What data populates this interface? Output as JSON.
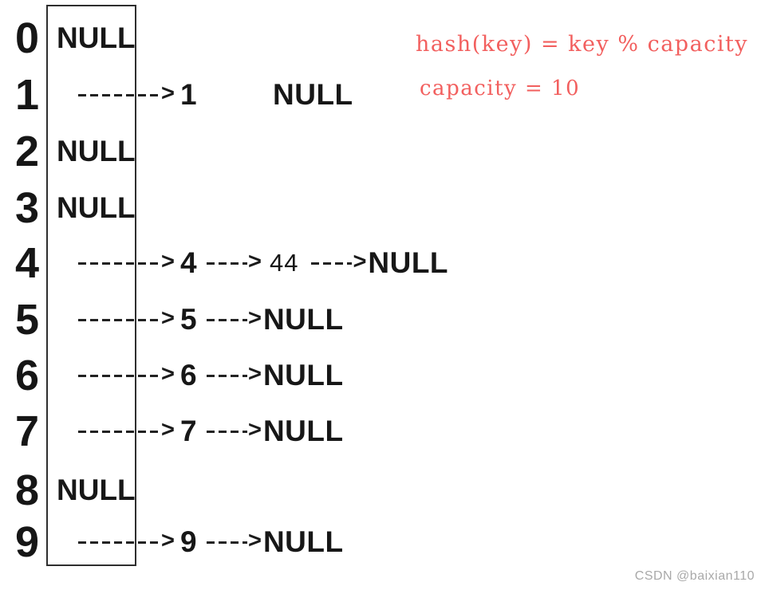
{
  "note": {
    "formula": "hash(key) = key % capacity",
    "capacity": "capacity = 10",
    "accent_color": "#f25f5e"
  },
  "hash_table": {
    "rows": [
      {
        "index": "0",
        "nodes": [
          {
            "label": "NULL",
            "arrow": "none"
          }
        ]
      },
      {
        "index": "1",
        "nodes": [
          {
            "label": "1",
            "arrow": "long"
          },
          {
            "label": "NULL",
            "arrow": "gap"
          }
        ]
      },
      {
        "index": "2",
        "nodes": [
          {
            "label": "NULL",
            "arrow": "none"
          }
        ]
      },
      {
        "index": "3",
        "nodes": [
          {
            "label": "NULL",
            "arrow": "none"
          }
        ]
      },
      {
        "index": "4",
        "nodes": [
          {
            "label": "4",
            "arrow": "long"
          },
          {
            "label": "44",
            "arrow": "short",
            "small": true
          },
          {
            "label": "NULL",
            "arrow": "short"
          }
        ]
      },
      {
        "index": "5",
        "nodes": [
          {
            "label": "5",
            "arrow": "long"
          },
          {
            "label": "NULL",
            "arrow": "short"
          }
        ]
      },
      {
        "index": "6",
        "nodes": [
          {
            "label": "6",
            "arrow": "long"
          },
          {
            "label": "NULL",
            "arrow": "short"
          }
        ]
      },
      {
        "index": "7",
        "nodes": [
          {
            "label": "7",
            "arrow": "long"
          },
          {
            "label": "NULL",
            "arrow": "short"
          }
        ]
      },
      {
        "index": "8",
        "nodes": [
          {
            "label": "NULL",
            "arrow": "none"
          }
        ]
      },
      {
        "index": "9",
        "nodes": [
          {
            "label": "9",
            "arrow": "long"
          },
          {
            "label": "NULL",
            "arrow": "short"
          }
        ]
      }
    ]
  },
  "watermark": "CSDN @baixian110"
}
